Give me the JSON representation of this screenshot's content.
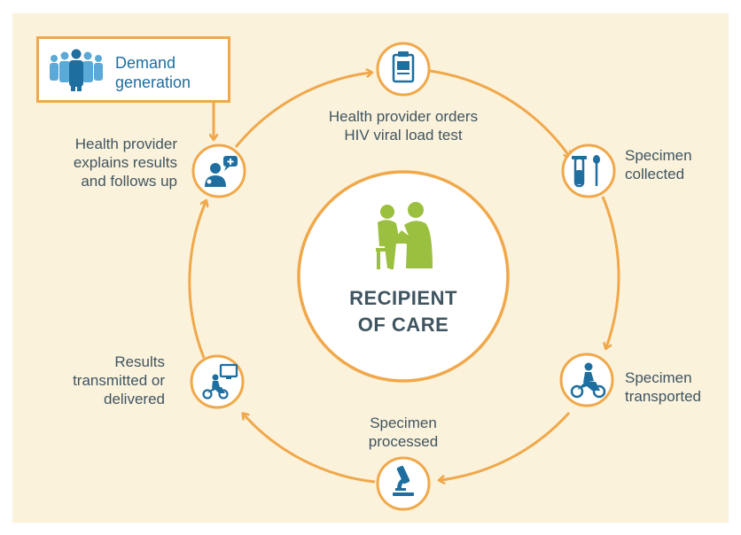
{
  "colors": {
    "background": "#fbf2dc",
    "ring": "#f0a84a",
    "node_icon": "#1e6ea0",
    "text": "#3f5560",
    "center_figure": "#9bbf3f"
  },
  "center": {
    "title_line1": "RECIPIENT",
    "title_line2": "OF CARE",
    "icon": "patient-doctor-icon"
  },
  "demand_generation": {
    "line1": "Demand",
    "line2": "generation",
    "icon": "crowd-icon"
  },
  "steps": [
    {
      "line1": "Health provider orders",
      "line2": "HIV viral load test",
      "line3": "",
      "icon": "clipboard-icon"
    },
    {
      "line1": "Specimen",
      "line2": "collected",
      "line3": "",
      "icon": "test-tube-swab-icon"
    },
    {
      "line1": "Specimen",
      "line2": "transported",
      "line3": "",
      "icon": "motorcycle-icon"
    },
    {
      "line1": "Specimen",
      "line2": "processed",
      "line3": "",
      "icon": "microscope-icon"
    },
    {
      "line1": "Results",
      "line2": "transmitted or",
      "line3": "delivered",
      "icon": "motorcycle-computer-icon"
    },
    {
      "line1": "Health provider",
      "line2": "explains results",
      "line3": "and follows up",
      "icon": "doctor-chat-icon"
    }
  ]
}
